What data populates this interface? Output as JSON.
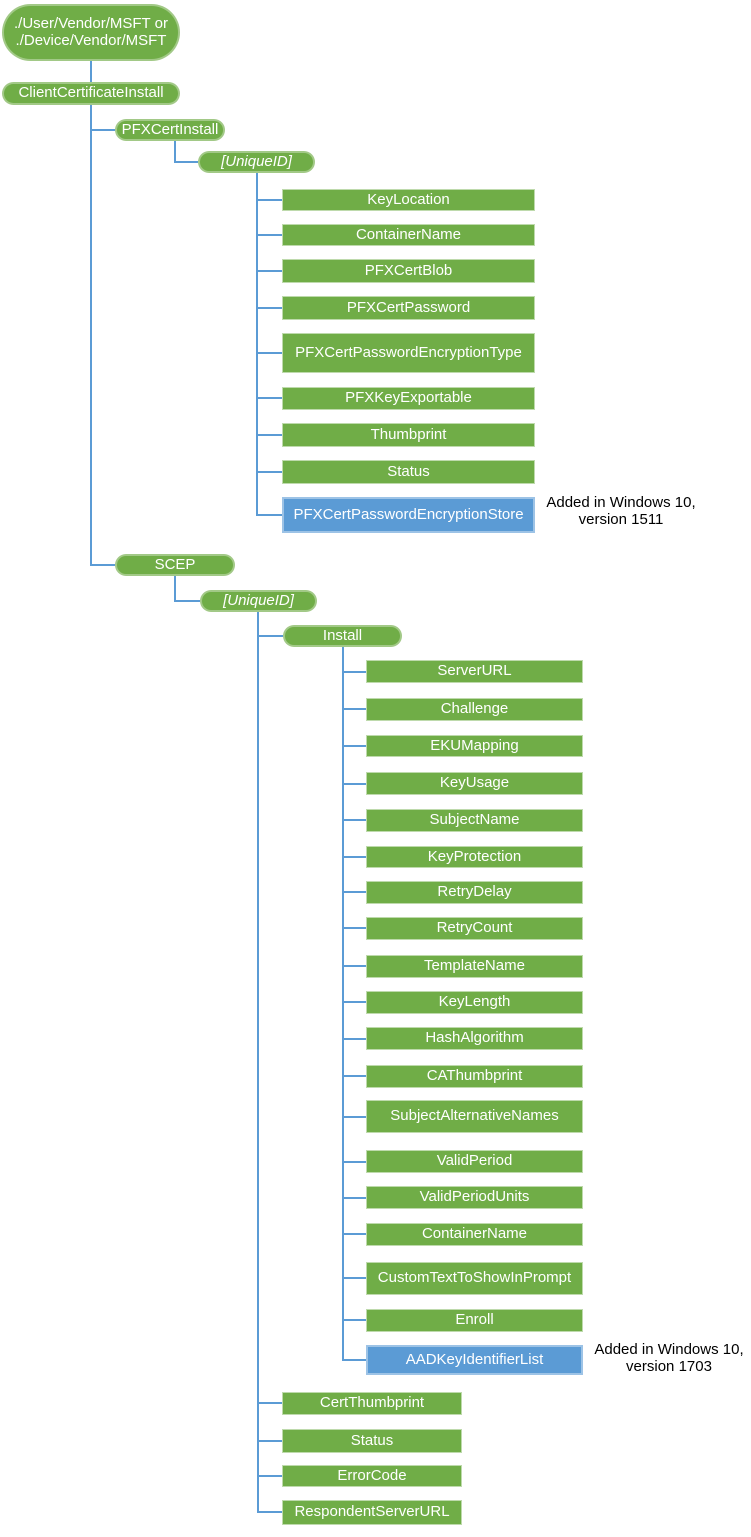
{
  "colors": {
    "node_green": "#70AD47",
    "node_added_blue": "#5B9BD5",
    "connector_blue": "#5B9BD5",
    "node_text": "#FFFFFF",
    "annotation_text": "#000000",
    "background": "#FFFFFF"
  },
  "tree": {
    "root": {
      "line1": "./User/Vendor/MSFT or",
      "line2": "./Device/Vendor/MSFT"
    },
    "client_certificate_install": {
      "label": "ClientCertificateInstall"
    },
    "pfx": {
      "label": "PFXCertInstall",
      "unique_id": "[UniqueID]",
      "children": [
        {
          "label": "KeyLocation"
        },
        {
          "label": "ContainerName"
        },
        {
          "label": "PFXCertBlob"
        },
        {
          "label": "PFXCertPassword"
        },
        {
          "label": "PFXCertPasswordEncryptionType"
        },
        {
          "label": "PFXKeyExportable"
        },
        {
          "label": "Thumbprint"
        },
        {
          "label": "Status"
        },
        {
          "label": "PFXCertPasswordEncryptionStore",
          "added": "Windows 10, version 1511"
        }
      ]
    },
    "scep": {
      "label": "SCEP",
      "unique_id": "[UniqueID]",
      "install": {
        "label": "Install",
        "children": [
          {
            "label": "ServerURL"
          },
          {
            "label": "Challenge"
          },
          {
            "label": "EKUMapping"
          },
          {
            "label": "KeyUsage"
          },
          {
            "label": "SubjectName"
          },
          {
            "label": "KeyProtection"
          },
          {
            "label": "RetryDelay"
          },
          {
            "label": "RetryCount"
          },
          {
            "label": "TemplateName"
          },
          {
            "label": "KeyLength"
          },
          {
            "label": "HashAlgorithm"
          },
          {
            "label": "CAThumbprint"
          },
          {
            "label": "SubjectAlternativeNames"
          },
          {
            "label": "ValidPeriod"
          },
          {
            "label": "ValidPeriodUnits"
          },
          {
            "label": "ContainerName"
          },
          {
            "label": "CustomTextToShowInPrompt"
          },
          {
            "label": "Enroll"
          },
          {
            "label": "AADKeyIdentifierList",
            "added": "Windows 10, version 1703"
          }
        ]
      },
      "children": [
        {
          "label": "CertThumbprint"
        },
        {
          "label": "Status"
        },
        {
          "label": "ErrorCode"
        },
        {
          "label": "RespondentServerURL"
        }
      ]
    }
  },
  "annotations": [
    {
      "line1": "Added in Windows 10,",
      "line2": "version 1511"
    },
    {
      "line1": "Added in Windows 10,",
      "line2": "version 1703"
    }
  ]
}
